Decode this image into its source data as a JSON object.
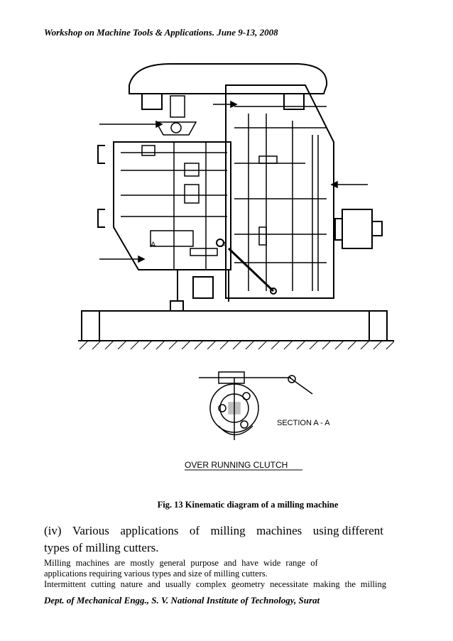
{
  "header": {
    "text": "Workshop on Machine Tools & Applications. June 9-13, 2008"
  },
  "figure": {
    "label_a_left": "A",
    "label_a_right": "A",
    "section_label": "SECTION A - A",
    "clutch_label": "OVER RUNNING CLUTCH"
  },
  "caption": "Fig. 13  Kinematic diagram of a milling machine",
  "section": {
    "number": "(iv)",
    "title_line1_words": [
      "Various",
      "applications",
      "of",
      "milling",
      "machines",
      "using different"
    ],
    "title_line2": "types of milling cutters."
  },
  "paragraph": {
    "line1": "Milling machines are mostly general purpose and have wide range of",
    "line2": "applications requiring various types and size of milling cutters.",
    "line3": "Intermittent cutting nature and usually complex geometry necessitate making the milling"
  },
  "footer": {
    "text": "Dept. of Mechanical Engg., S. V. National Institute of Technology, Surat"
  }
}
